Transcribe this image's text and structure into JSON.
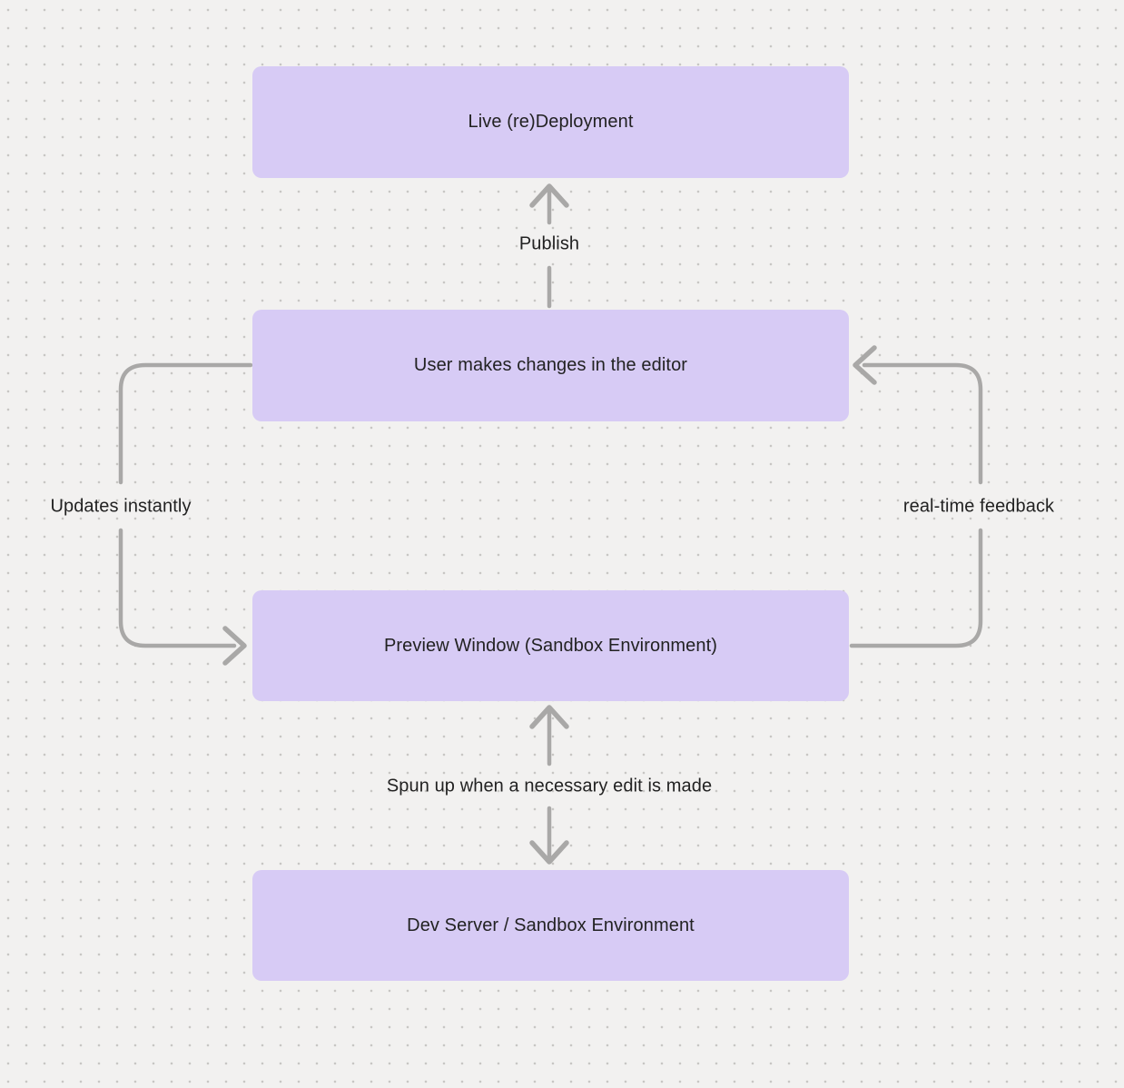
{
  "canvas": {
    "background_color": "#f2f1f0",
    "dot_color": "#c8c6c4",
    "node_fill_color": "#d7cbf5",
    "connector_color": "#a9a8a7",
    "text_color": "#222222"
  },
  "nodes": [
    {
      "id": "live-redeployment",
      "label": "Live (re)Deployment"
    },
    {
      "id": "user-editor",
      "label": "User makes changes in the editor"
    },
    {
      "id": "preview-window",
      "label": "Preview Window (Sandbox Environment)"
    },
    {
      "id": "dev-server",
      "label": "Dev Server / Sandbox Environment"
    }
  ],
  "connectors": [
    {
      "id": "publish",
      "label": "Publish",
      "from": "user-editor",
      "to": "live-redeployment",
      "direction": "up"
    },
    {
      "id": "updates-instantly",
      "label": "Updates instantly",
      "from": "user-editor",
      "to": "preview-window",
      "direction": "down-left-loop"
    },
    {
      "id": "real-time-feedback",
      "label": "real-time feedback",
      "from": "preview-window",
      "to": "user-editor",
      "direction": "up-right-loop"
    },
    {
      "id": "spun-up",
      "label": "Spun up when a necessary edit is made",
      "from": "preview-window",
      "to": "dev-server",
      "direction": "bidirectional"
    }
  ]
}
